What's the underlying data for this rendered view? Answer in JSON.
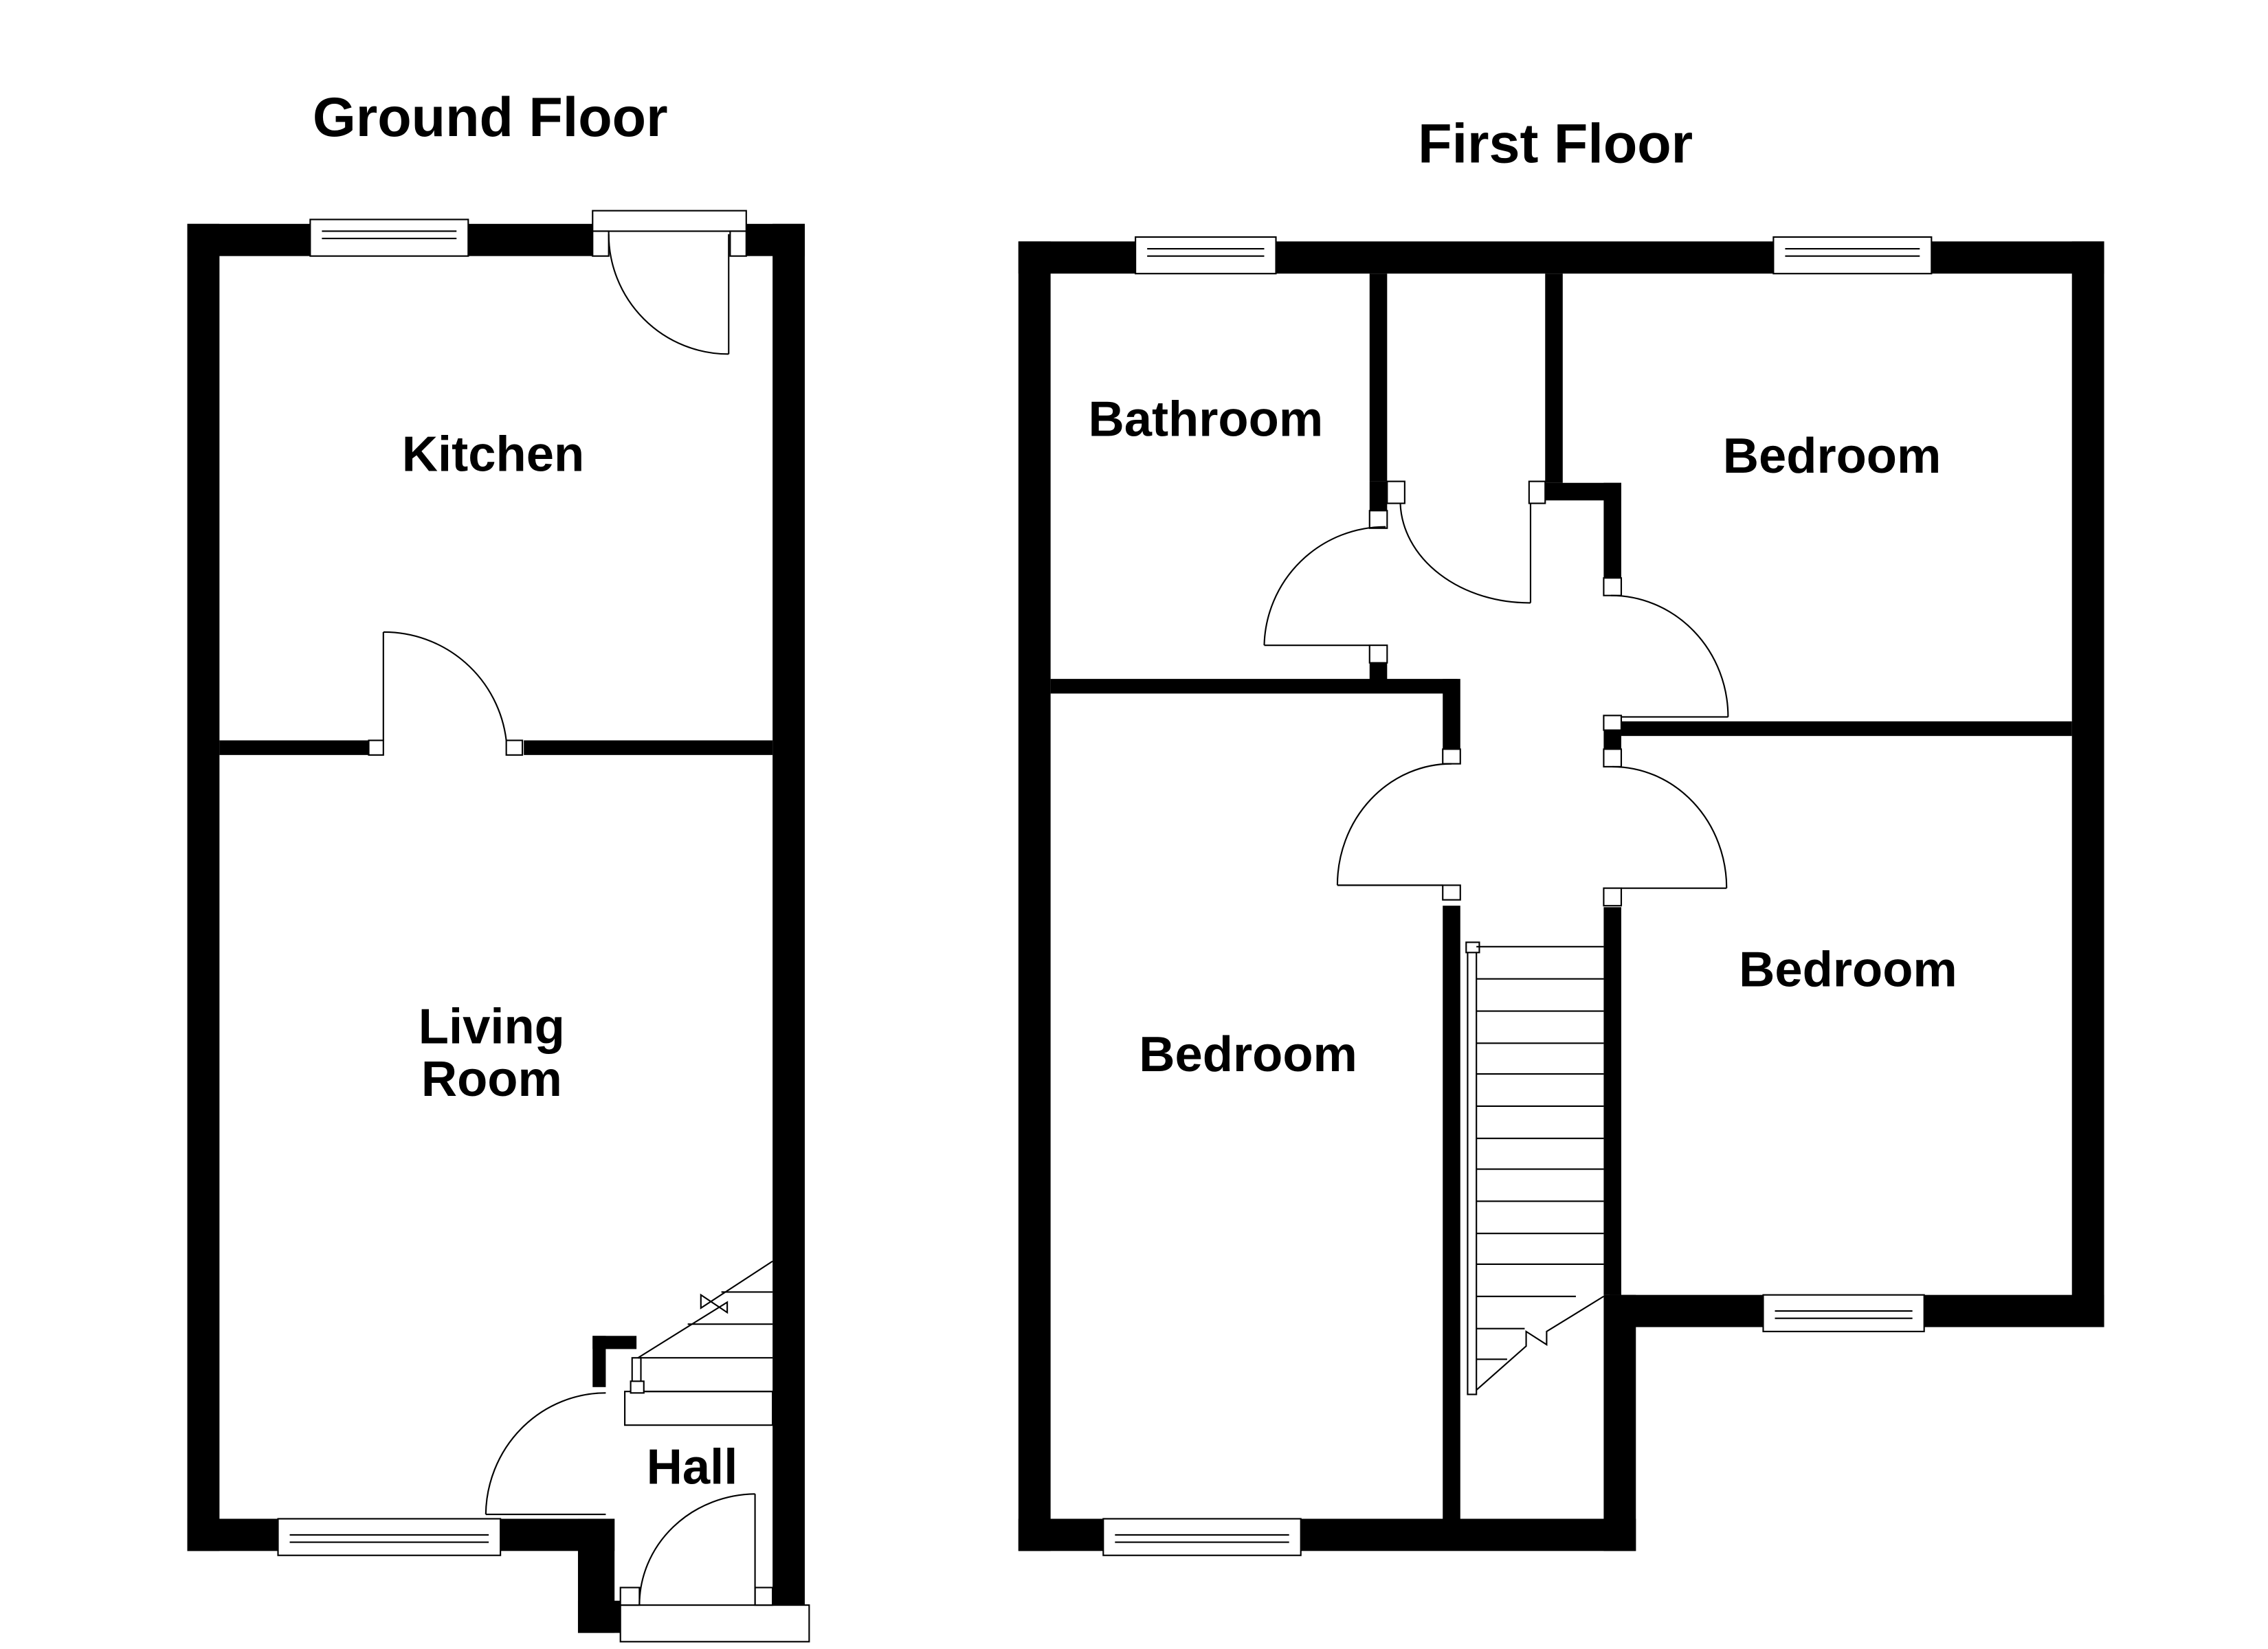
{
  "floors": [
    {
      "title": "Ground Floor",
      "rooms": [
        {
          "name": "Kitchen"
        },
        {
          "name_line1": "Living",
          "name_line2": "Room"
        },
        {
          "name": "Hall"
        }
      ]
    },
    {
      "title": "First Floor",
      "rooms": [
        {
          "name": "Bathroom"
        },
        {
          "name": "Bedroom"
        },
        {
          "name": "Bedroom"
        },
        {
          "name": "Bedroom"
        }
      ]
    }
  ],
  "colors": {
    "wall": "#000000",
    "background": "#ffffff"
  }
}
